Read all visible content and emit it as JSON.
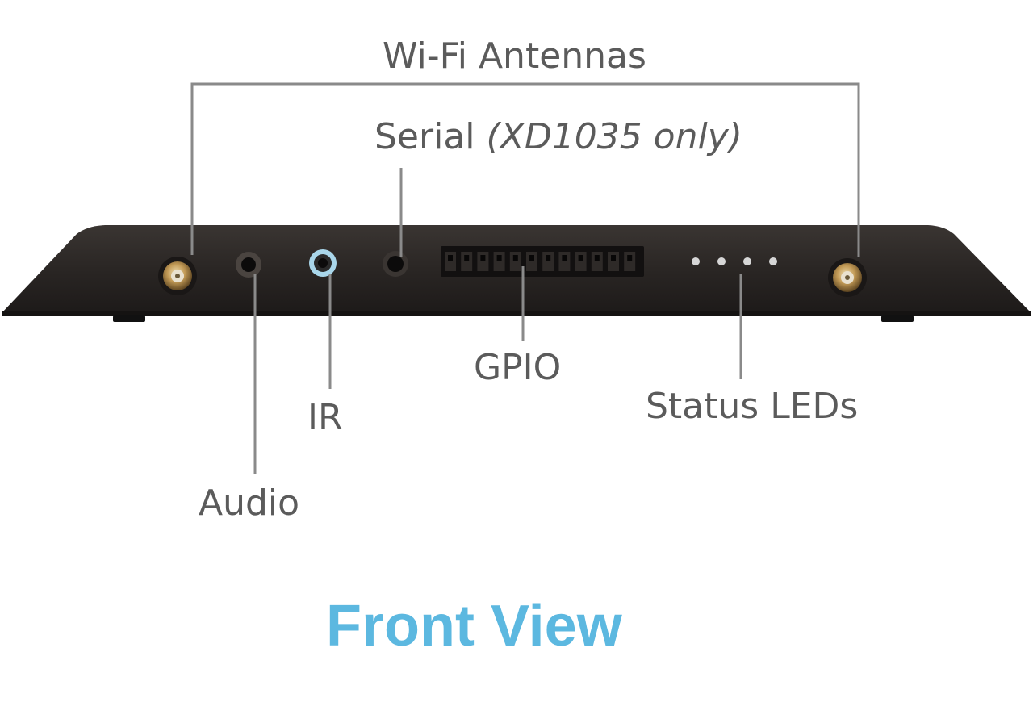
{
  "labels": {
    "wifi_antennas": "Wi-Fi Antennas",
    "serial": "Serial",
    "serial_note": "(XD1035 only)",
    "audio": "Audio",
    "ir": "IR",
    "gpio": "GPIO",
    "status_leds": "Status LEDs"
  },
  "title": "Front View",
  "colors": {
    "label_text": "#5b5b5b",
    "leader_line": "#8a8a8a",
    "title": "#5cb8e0",
    "device_body": "#2a2624",
    "ir_ring": "#a9d6ea",
    "antenna_brass": "#b48a4a",
    "led": "#d6d6d6"
  }
}
